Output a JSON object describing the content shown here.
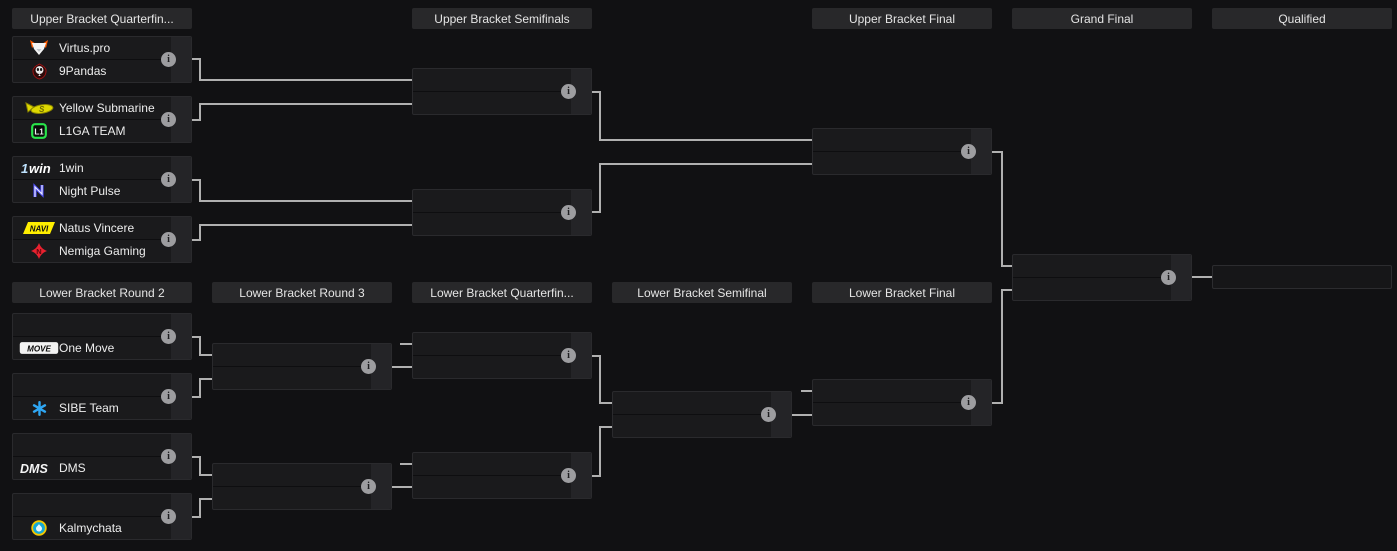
{
  "icons": {
    "info": "i"
  },
  "colors": {
    "background": "#111113",
    "header_bg": "#28282a",
    "header_text": "#e5e5e5",
    "match_bg": "#1a1a1c",
    "match_side_column": "#242427",
    "match_border": "#2a2a2d",
    "connector": "#b0b0b0",
    "team_text": "#ededed",
    "info_icon_bg": "#9d9da0"
  },
  "headers": {
    "top": [
      {
        "id": "ub-quarterfinals",
        "label": "Upper Bracket Quarterfin...",
        "col": 0
      },
      {
        "id": "ub-semifinals",
        "label": "Upper Bracket Semifinals",
        "col": 2
      },
      {
        "id": "ub-final",
        "label": "Upper Bracket Final",
        "col": 4
      },
      {
        "id": "grand-final",
        "label": "Grand Final",
        "col": 5
      },
      {
        "id": "qualified",
        "label": "Qualified",
        "col": 6
      }
    ],
    "bottom": [
      {
        "id": "lb-round-2",
        "label": "Lower Bracket Round 2",
        "col": 0
      },
      {
        "id": "lb-round-3",
        "label": "Lower Bracket Round 3",
        "col": 1
      },
      {
        "id": "lb-quarterfinals",
        "label": "Lower Bracket Quarterfin...",
        "col": 2
      },
      {
        "id": "lb-semifinal",
        "label": "Lower Bracket Semifinal",
        "col": 3
      },
      {
        "id": "lb-final",
        "label": "Lower Bracket Final",
        "col": 4
      }
    ]
  },
  "matches": [
    {
      "id": "ub-qf-1",
      "slots": [
        {
          "name": "Virtus.pro",
          "logo": "virtus-pro"
        },
        {
          "name": "9Pandas",
          "logo": "9pandas"
        }
      ]
    },
    {
      "id": "ub-qf-2",
      "slots": [
        {
          "name": "Yellow Submarine",
          "logo": "yellow-submarine"
        },
        {
          "name": "L1GA TEAM",
          "logo": "l1ga-team"
        }
      ]
    },
    {
      "id": "ub-qf-3",
      "slots": [
        {
          "name": "1win",
          "logo": "1win"
        },
        {
          "name": "Night Pulse",
          "logo": "night-pulse"
        }
      ]
    },
    {
      "id": "ub-qf-4",
      "slots": [
        {
          "name": "Natus Vincere",
          "logo": "natus-vincere"
        },
        {
          "name": "Nemiga Gaming",
          "logo": "nemiga-gaming"
        }
      ]
    },
    {
      "id": "ub-sf-1",
      "slots": [
        {},
        {}
      ]
    },
    {
      "id": "ub-sf-2",
      "slots": [
        {},
        {}
      ]
    },
    {
      "id": "ub-final",
      "slots": [
        {},
        {}
      ]
    },
    {
      "id": "grand-final",
      "slots": [
        {},
        {}
      ]
    },
    {
      "id": "lb-r2-1",
      "slots": [
        {},
        {
          "name": "One Move",
          "logo": "one-move"
        }
      ]
    },
    {
      "id": "lb-r2-2",
      "slots": [
        {},
        {
          "name": "SIBE Team",
          "logo": "sibe-team"
        }
      ]
    },
    {
      "id": "lb-r2-3",
      "slots": [
        {},
        {
          "name": "DMS",
          "logo": "dms"
        }
      ]
    },
    {
      "id": "lb-r2-4",
      "slots": [
        {},
        {
          "name": "Kalmychata",
          "logo": "kalmychata"
        }
      ]
    },
    {
      "id": "lb-r3-1",
      "slots": [
        {},
        {}
      ]
    },
    {
      "id": "lb-r3-2",
      "slots": [
        {},
        {}
      ]
    },
    {
      "id": "lb-qf-1",
      "slots": [
        {},
        {}
      ]
    },
    {
      "id": "lb-qf-2",
      "slots": [
        {},
        {}
      ]
    },
    {
      "id": "lb-sf",
      "slots": [
        {},
        {}
      ]
    },
    {
      "id": "lb-final",
      "slots": [
        {},
        {}
      ]
    }
  ],
  "qualified_slot": {
    "id": "qualified",
    "name": ""
  }
}
